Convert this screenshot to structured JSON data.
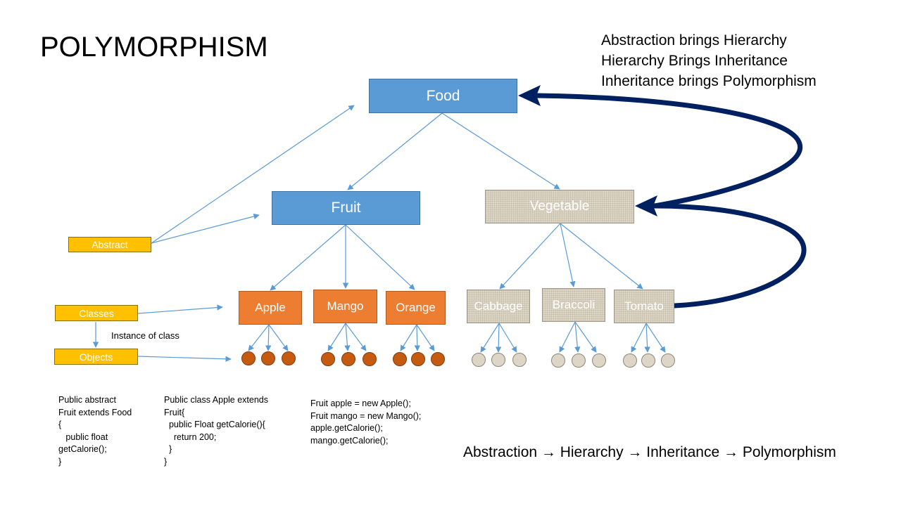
{
  "title": "POLYMORPHISM",
  "principles": [
    "Abstraction brings Hierarchy",
    "Hierarchy Brings Inheritance",
    "Inheritance brings Polymorphism"
  ],
  "nodes": {
    "food": "Food",
    "fruit": "Fruit",
    "vegetable": "Vegetable",
    "apple": "Apple",
    "mango": "Mango",
    "orange": "Orange",
    "cabbage": "Cabbage",
    "braccoli": "Braccoli",
    "tomato": "Tomato"
  },
  "legend": {
    "abstract": "Abstract",
    "classes": "Classes",
    "objects": "Objects",
    "instance_of_class": "Instance of class"
  },
  "code": {
    "abstract_class": "Public abstract\nFruit extends Food\n{\n   public float\ngetCalorie();\n}",
    "apple_class": "Public class Apple extends\nFruit{\n  public Float getCalorie(){\n    return 200;\n  }\n}",
    "usage": "Fruit apple = new Apple();\nFruit mango = new Mango();\napple.getCalorie();\nmango.getCalorie();"
  },
  "flow": "Abstraction → Hierarchy → Inheritance → Polymorphism",
  "colors": {
    "blue_box": "#5b9bd5",
    "orange_box": "#ed7d31",
    "yellow_box": "#ffc000",
    "dark_arrow": "#002060",
    "object_circle": "#c55a11"
  }
}
